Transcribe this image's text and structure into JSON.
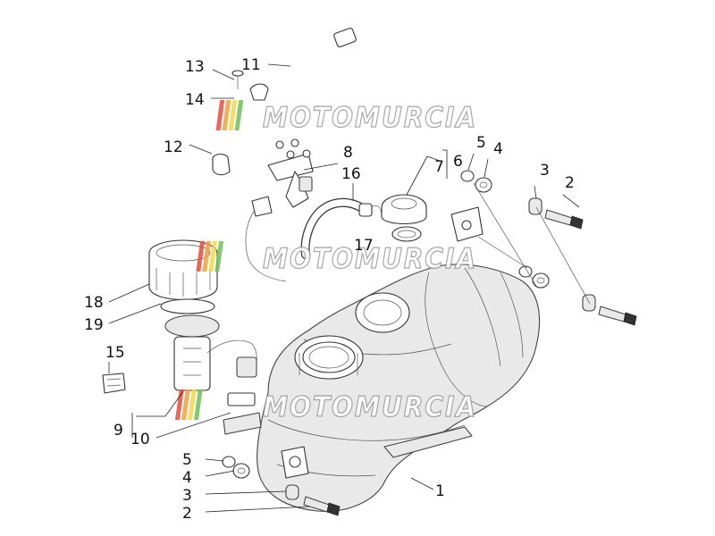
{
  "diagram": {
    "watermark": {
      "text": "MOTOMURCIA",
      "stripe_colors": [
        "#e84c3d",
        "#f2a23c",
        "#f4d84c",
        "#6fbf5a"
      ]
    },
    "callouts": [
      {
        "id": "p1",
        "label": "1"
      },
      {
        "id": "p2a",
        "label": "2"
      },
      {
        "id": "p3a",
        "label": "3"
      },
      {
        "id": "p4a",
        "label": "4"
      },
      {
        "id": "p5a",
        "label": "5"
      },
      {
        "id": "p6",
        "label": "6"
      },
      {
        "id": "p7",
        "label": "7"
      },
      {
        "id": "p8",
        "label": "8"
      },
      {
        "id": "p9",
        "label": "9"
      },
      {
        "id": "p10",
        "label": "10"
      },
      {
        "id": "p11",
        "label": "11"
      },
      {
        "id": "p12",
        "label": "12"
      },
      {
        "id": "p13",
        "label": "13"
      },
      {
        "id": "p14",
        "label": "14"
      },
      {
        "id": "p15",
        "label": "15"
      },
      {
        "id": "p16",
        "label": "16"
      },
      {
        "id": "p17",
        "label": "17"
      },
      {
        "id": "p18",
        "label": "18"
      },
      {
        "id": "p19",
        "label": "19"
      },
      {
        "id": "p2b",
        "label": "2"
      },
      {
        "id": "p3b",
        "label": "3"
      },
      {
        "id": "p4b",
        "label": "4"
      },
      {
        "id": "p5b",
        "label": "5"
      }
    ]
  }
}
